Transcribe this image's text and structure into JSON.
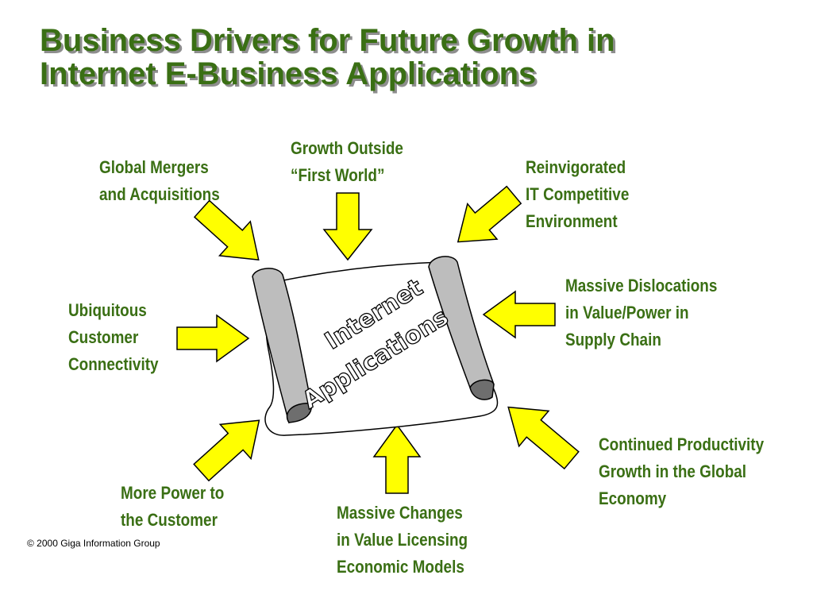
{
  "title": {
    "line1": "Business Drivers for Future Growth in",
    "line2": "Internet E-Business Applications"
  },
  "center": {
    "line1": "Internet",
    "line2": "Applications",
    "icon": "scroll-icon",
    "scroll_fill": "#ffffff",
    "roll_fill": "#bdbdbd",
    "roll_inner": "#6e6e6e"
  },
  "drivers": [
    {
      "id": "global-mergers",
      "lines": [
        "Global Mergers",
        "and Acquisitions"
      ]
    },
    {
      "id": "growth-outside",
      "lines": [
        "Growth Outside",
        "“First World”"
      ]
    },
    {
      "id": "reinvigorated-it",
      "lines": [
        "Reinvigorated",
        "IT Competitive",
        "Environment"
      ]
    },
    {
      "id": "massive-dislocations",
      "lines": [
        "Massive Dislocations",
        "in Value/Power in",
        "Supply Chain"
      ]
    },
    {
      "id": "ubiquitous-connectivity",
      "lines": [
        "Ubiquitous",
        "Customer",
        "Connectivity"
      ]
    },
    {
      "id": "continued-productivity",
      "lines": [
        "Continued Productivity",
        "Growth in the Global",
        "Economy"
      ]
    },
    {
      "id": "more-power",
      "lines": [
        "More Power to",
        "the Customer"
      ]
    },
    {
      "id": "massive-changes",
      "lines": [
        "Massive Changes",
        "in Value Licensing",
        "Economic Models"
      ]
    }
  ],
  "colors": {
    "title": "#3a6f14",
    "title_shadow": "#8e8e8e",
    "label": "#3a6f14",
    "arrow_fill": "#ffff00",
    "arrow_stroke": "#000000"
  },
  "footer": {
    "copyright": "© 2000 Giga Information Group"
  }
}
